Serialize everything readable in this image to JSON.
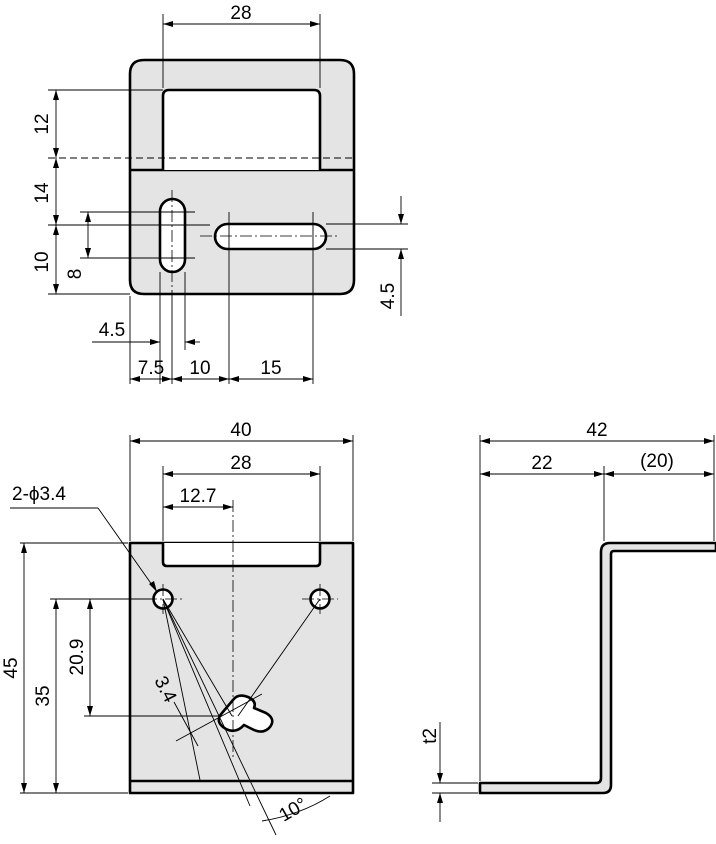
{
  "top_view": {
    "dims": {
      "width_top": "28",
      "height_upper": "12",
      "height_mid": "14",
      "height_low": "10",
      "slot_v_len": "8",
      "slot_h_width": "4.5",
      "slot_v_width": "4.5",
      "left_offset": "7.5",
      "gap": "10",
      "slot_h_len": "15"
    }
  },
  "front_view": {
    "dims": {
      "overall_width": "40",
      "inner_width": "28",
      "hole_offset": "12.7",
      "holes": "2-ϕ3.4",
      "overall_height": "45",
      "hole_height": "35",
      "slot_height": "20.9",
      "slot_width": "3.4",
      "slot_angle": "10°"
    }
  },
  "side_view": {
    "dims": {
      "overall_depth": "42",
      "bottom_leg": "22",
      "top_flange": "(20)",
      "thickness": "t2"
    }
  }
}
